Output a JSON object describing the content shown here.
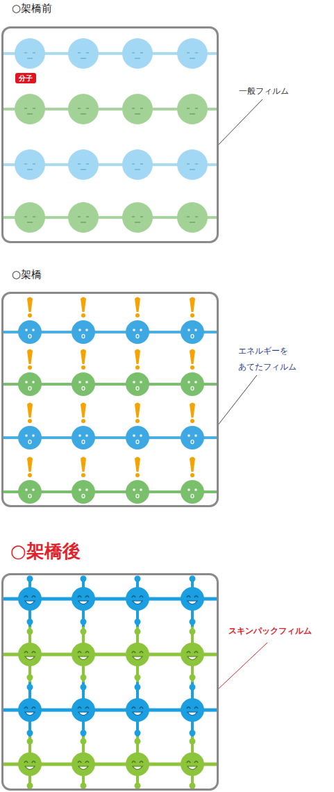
{
  "diagram": {
    "nodes": [
      {
        "text": [
          "○架橋前"
        ]
      },
      {
        "text": [
          "分子"
        ],
        "in": 0
      },
      {
        "text": [
          "○架橋"
        ]
      },
      {
        "text": [
          "○架橋後"
        ]
      }
    ],
    "labels": [
      "一般フィルム",
      "エネルギーを あてたフィルム",
      "スキンパックフィルム"
    ]
  }
}
